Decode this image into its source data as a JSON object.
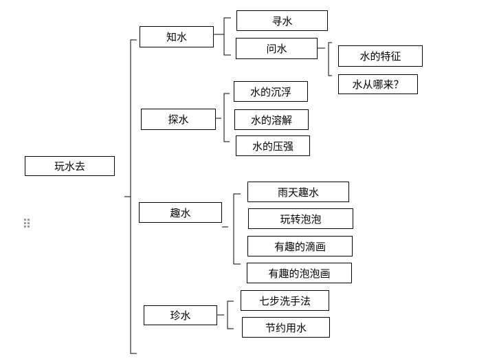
{
  "root": {
    "label": "玩水去"
  },
  "branches": [
    {
      "label": "知水",
      "children": [
        {
          "label": "寻水"
        },
        {
          "label": "问水",
          "children": [
            {
              "label": "水的特征"
            },
            {
              "label": "水从哪来？"
            }
          ]
        }
      ]
    },
    {
      "label": "探水",
      "children": [
        {
          "label": "水的沉浮"
        },
        {
          "label": "水的溶解"
        },
        {
          "label": "水的压强"
        }
      ]
    },
    {
      "label": "趣水",
      "children": [
        {
          "label": "雨天趣水"
        },
        {
          "label": "玩转泡泡"
        },
        {
          "label": "有趣的滴画"
        },
        {
          "label": "有趣的泡泡画"
        }
      ]
    },
    {
      "label": "珍水",
      "children": [
        {
          "label": "七步洗手法"
        },
        {
          "label": "节约用水"
        }
      ]
    }
  ],
  "colors": {
    "line": "#000000",
    "box_border": "#000000",
    "handle": "#9a9a9a"
  }
}
